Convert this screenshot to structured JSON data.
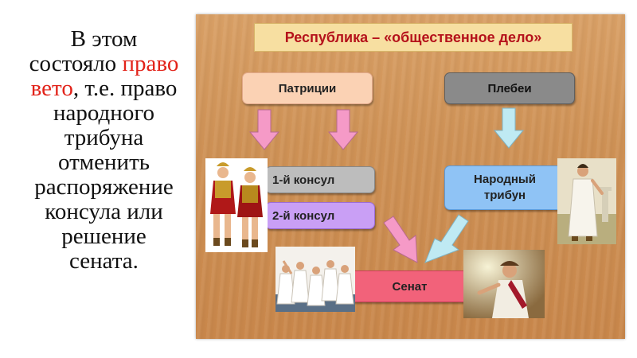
{
  "left_text": {
    "line1": "В этом",
    "line2_a": "состояло ",
    "line2_b": "право",
    "line3_a": "вето",
    "line3_b": ", т.е. право",
    "line4": "народного",
    "line5": "трибуна",
    "line6": "отменить",
    "line7": "распоряжение",
    "line8": "консула или",
    "line9": "решение",
    "line10": "сената."
  },
  "diagram": {
    "title": "Республика – «общественное дело»",
    "patricians": "Патриции",
    "plebeians": "Плебеи",
    "consul_1": "1-й консул",
    "consul_2": "2-й консул",
    "tribune_line1": "Народный",
    "tribune_line2": "трибун",
    "senate": "Сенат"
  },
  "colors": {
    "accent_red": "#e2231a",
    "board": "#cf9256",
    "patricians": "#fbd2b4",
    "plebeians": "#8a8a8a",
    "consul_1": "#bdbdbd",
    "consul_2": "#c99ff5",
    "tribune": "#8fc3f5",
    "senate": "#f2627a",
    "arrow_pink": "#f59ac7",
    "arrow_cyan": "#bfeaf3"
  },
  "images": [
    "roman-consuls-figures",
    "roman-senators-group",
    "roman-orator-figure",
    "people-tribune-figure"
  ]
}
